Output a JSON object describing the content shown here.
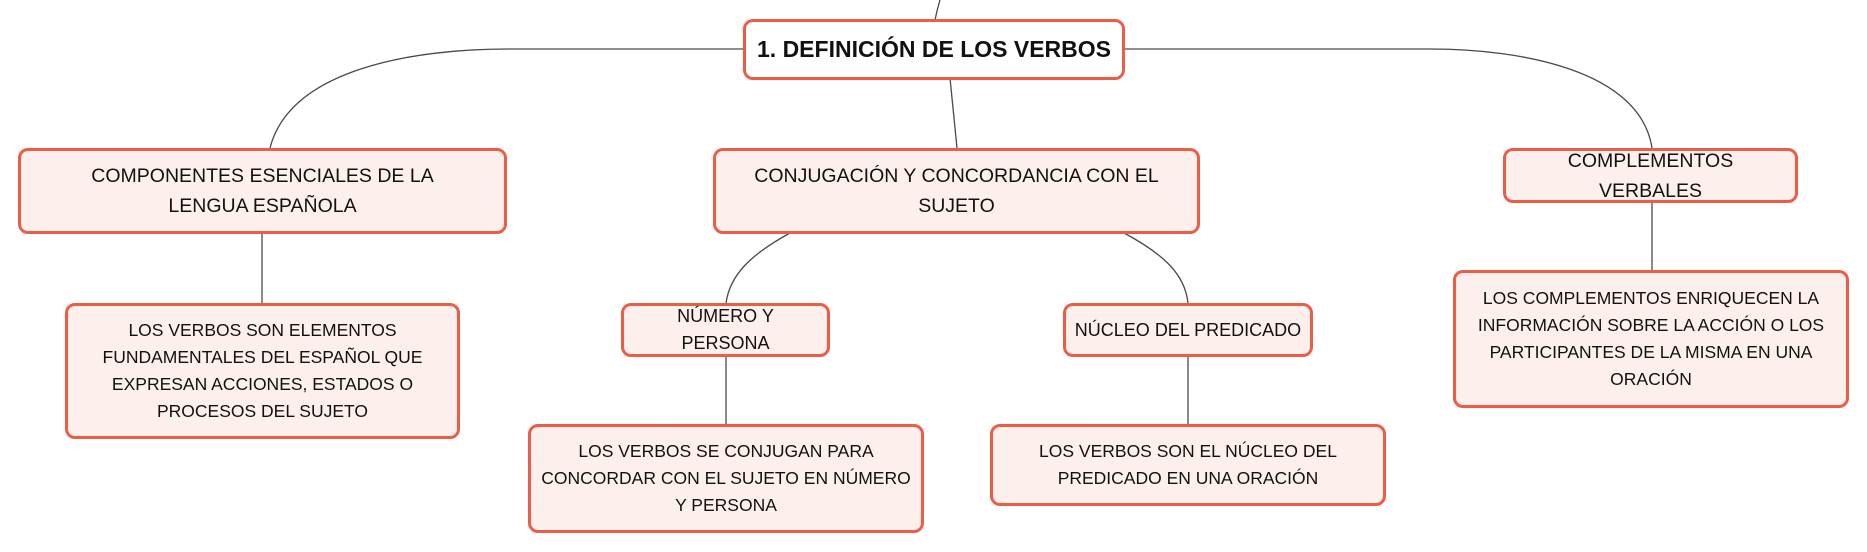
{
  "diagram": {
    "root": {
      "label": "1. DEFINICIÓN DE LOS VERBOS"
    },
    "branches": {
      "components": {
        "label": "COMPONENTES ESENCIALES DE LA LENGUA ESPAÑOLA",
        "detail": "LOS VERBOS SON ELEMENTOS FUNDAMENTALES DEL ESPAÑOL QUE EXPRESAN ACCIONES, ESTADOS O PROCESOS DEL SUJETO"
      },
      "conjugation": {
        "label": "CONJUGACIÓN Y CONCORDANCIA CON EL SUJETO",
        "number_person": {
          "label": "NÚMERO Y PERSONA",
          "detail": "LOS VERBOS SE CONJUGAN PARA CONCORDAR CON EL SUJETO EN NÚMERO Y PERSONA"
        },
        "predicate_core": {
          "label": "NÚCLEO DEL PREDICADO",
          "detail": "LOS VERBOS SON EL NÚCLEO DEL PREDICADO EN UNA ORACIÓN"
        }
      },
      "complements": {
        "label": "COMPLEMENTOS VERBALES",
        "detail": "LOS COMPLEMENTOS ENRIQUECEN LA INFORMACIÓN SOBRE LA ACCIÓN O LOS PARTICIPANTES DE LA MISMA EN UNA ORACIÓN"
      }
    }
  },
  "colors": {
    "node_border": "#ec5d48",
    "node_fill": "#fdf0ec",
    "connector": "#4a4a4a",
    "text": "#111111"
  }
}
